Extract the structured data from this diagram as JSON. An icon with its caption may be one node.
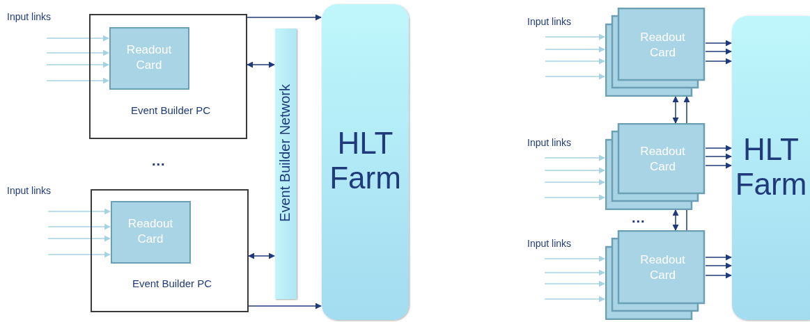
{
  "diagram": {
    "nodes": [
      {
        "text": [
          "Event Builder PC"
        ]
      },
      {
        "text": [
          "Readout Card"
        ],
        "in": 0
      },
      {
        "text": [
          "Event Builder PC"
        ]
      },
      {
        "text": [
          "Readout Card"
        ],
        "in": 2
      },
      {
        "text": [
          "Event Builder Network"
        ]
      },
      {
        "text": [
          "HLT Farm"
        ]
      },
      {
        "text": [
          "Readout Card"
        ]
      },
      {
        "text": [
          "Readout Card"
        ]
      },
      {
        "text": [
          "Readout Card"
        ]
      },
      {
        "text": [
          "HLT Farm"
        ]
      }
    ],
    "edges": [
      {
        "from": null,
        "to": 1,
        "arrow": "to"
      },
      {
        "from": null,
        "to": 1,
        "arrow": "to"
      },
      {
        "from": null,
        "to": 1,
        "arrow": "to"
      },
      {
        "from": null,
        "to": 1,
        "arrow": "to"
      },
      {
        "from": 0,
        "to": 5,
        "arrow": "to",
        "color": "#1f3a7a"
      },
      {
        "from": 0,
        "to": 4,
        "arrow": "both",
        "color": "#1f3a7a"
      },
      {
        "from": null,
        "to": 3,
        "arrow": "to"
      },
      {
        "from": null,
        "to": 3,
        "arrow": "to"
      },
      {
        "from": null,
        "to": 3,
        "arrow": "to"
      },
      {
        "from": null,
        "to": 3,
        "arrow": "to"
      },
      {
        "from": 2,
        "to": 4,
        "arrow": "both",
        "color": "#1f3a7a"
      },
      {
        "from": 2,
        "to": 5,
        "arrow": "to",
        "color": "#1f3a7a"
      },
      {
        "from": null,
        "to": 6,
        "arrow": "to"
      },
      {
        "from": null,
        "to": 6,
        "arrow": "to"
      },
      {
        "from": null,
        "to": 6,
        "arrow": "to"
      },
      {
        "from": null,
        "to": 6,
        "arrow": "to"
      },
      {
        "from": 6,
        "to": 9,
        "arrow": "to",
        "color": "#1f3a7a"
      },
      {
        "from": 6,
        "to": 9,
        "arrow": "to",
        "color": "#1f3a7a"
      },
      {
        "from": 6,
        "to": 9,
        "arrow": "to",
        "color": "#1f3a7a"
      },
      {
        "from": 6,
        "to": 7,
        "arrow": "both",
        "color": "#1f3a7a"
      },
      {
        "from": 7,
        "to": 6,
        "arrow": "to",
        "color": "#1f3a7a"
      },
      {
        "from": null,
        "to": 7,
        "arrow": "to"
      },
      {
        "from": null,
        "to": 7,
        "arrow": "to"
      },
      {
        "from": null,
        "to": 7,
        "arrow": "to"
      },
      {
        "from": null,
        "to": 7,
        "arrow": "to"
      },
      {
        "from": 7,
        "to": 9,
        "arrow": "to",
        "color": "#1f3a7a"
      },
      {
        "from": 7,
        "to": 9,
        "arrow": "to",
        "color": "#1f3a7a"
      },
      {
        "from": 7,
        "to": 9,
        "arrow": "to",
        "color": "#1f3a7a"
      },
      {
        "from": 7,
        "to": 8,
        "arrow": "both",
        "color": "#1f3a7a"
      },
      {
        "from": 7,
        "to": 8,
        "arrow": "none",
        "color": "#1f3a7a"
      },
      {
        "from": null,
        "to": 8,
        "arrow": "to"
      },
      {
        "from": null,
        "to": 8,
        "arrow": "to"
      },
      {
        "from": null,
        "to": 8,
        "arrow": "to"
      },
      {
        "from": null,
        "to": 8,
        "arrow": "to"
      },
      {
        "from": 8,
        "to": 9,
        "arrow": "to",
        "color": "#1f3a7a"
      },
      {
        "from": 8,
        "to": 9,
        "arrow": "to",
        "color": "#1f3a7a"
      },
      {
        "from": 8,
        "to": 9,
        "arrow": "to",
        "color": "#1f3a7a"
      }
    ],
    "labels": [
      "Input links",
      "...",
      "Input links",
      "Input links",
      "Input links",
      "...",
      "Input links"
    ]
  }
}
